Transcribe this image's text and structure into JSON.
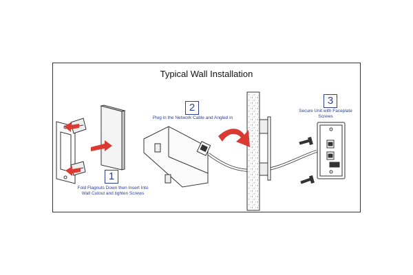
{
  "title": "Typical Wall Installation",
  "steps": [
    {
      "number": "1",
      "caption": "Fold Flagnuts Down then Insert Into Wall Cutout and tighten Screws"
    },
    {
      "number": "2",
      "caption": "Plug in the Network Cable and Angled in"
    },
    {
      "number": "3",
      "caption": "Secure Unit with Faceplate Screws"
    }
  ],
  "colors": {
    "accent": "#2a3d8f",
    "arrow": "#d93a32",
    "line": "#333333"
  }
}
